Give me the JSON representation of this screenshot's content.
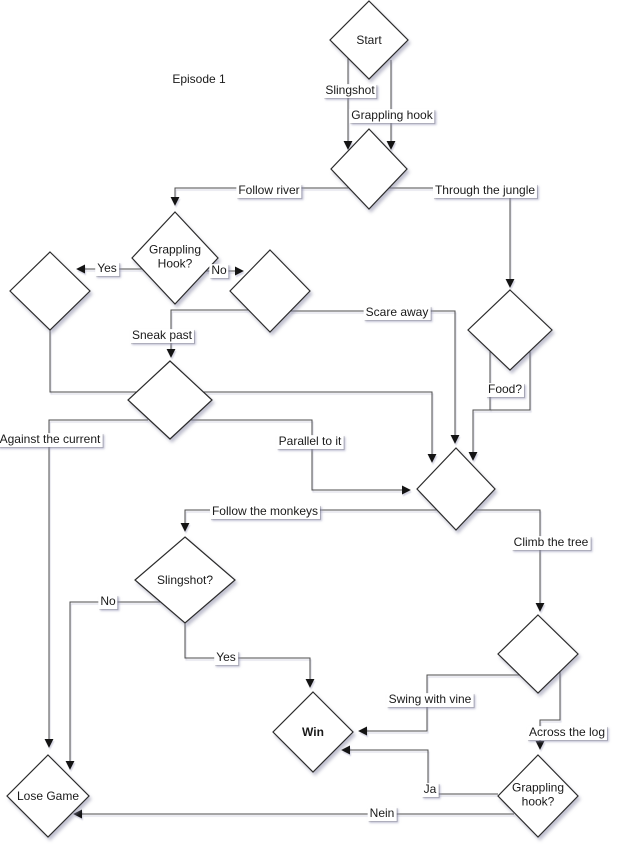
{
  "diagram": {
    "title": "Episode 1",
    "nodes": {
      "start": {
        "label": "Start"
      },
      "grappling_hook_q": {
        "label": "Grappling\nHook?"
      },
      "slingshot_q": {
        "label": "Slingshot?"
      },
      "win": {
        "label": "Win"
      },
      "lose_game": {
        "label": "Lose Game"
      },
      "grappling_hook_q2": {
        "label": "Grappling\nhook?"
      }
    },
    "edge_labels": {
      "slingshot": "Slingshot",
      "grappling_hook": "Grappling hook",
      "follow_river": "Follow river",
      "through_jungle": "Through the jungle",
      "yes1": "Yes",
      "no1": "No",
      "sneak_past": "Sneak past",
      "scare_away": "Scare away",
      "food": "Food?",
      "against_current": "Against the current",
      "parallel": "Parallel to it",
      "follow_monkeys": "Follow the monkeys",
      "climb_tree": "Climb the tree",
      "no2": "No",
      "yes2": "Yes",
      "swing_vine": "Swing with vine",
      "across_log": "Across the log",
      "ja": "Ja",
      "nein": "Nein"
    }
  }
}
